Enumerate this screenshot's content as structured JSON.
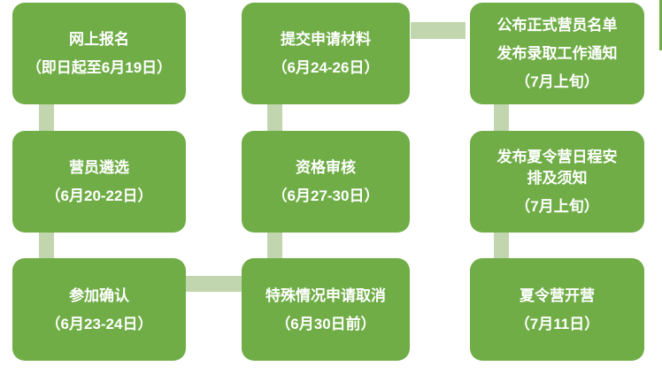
{
  "colors": {
    "box_fill": "#70AD47",
    "connector_fill": "#C1D5AF",
    "text": "#FFFFFF",
    "background": "#FFFFFF"
  },
  "flowchart": {
    "boxes": [
      {
        "id": "online-registration",
        "lines": [
          "网上报名",
          "（即日起至6月19日）"
        ]
      },
      {
        "id": "submit-application-materials",
        "lines": [
          "提交申请材料",
          "（6月24-26日）"
        ]
      },
      {
        "id": "announce-official-camper-list",
        "lines": [
          "公布正式营员名单",
          "发布录取工作通知",
          "（7月上旬）"
        ]
      },
      {
        "id": "camper-selection",
        "lines": [
          "营员遴选",
          "（6月20-22日）"
        ]
      },
      {
        "id": "qualification-review",
        "lines": [
          "资格审核",
          "（6月27-30日）"
        ]
      },
      {
        "id": "release-camp-schedule-notice",
        "lines": [
          "发布夏令营日程安",
          "排及须知",
          "（7月上旬）"
        ]
      },
      {
        "id": "participation-confirmation",
        "lines": [
          "参加确认",
          "（6月23-24日）"
        ]
      },
      {
        "id": "special-case-cancellation",
        "lines": [
          "特殊情况申请取消",
          "（6月30日前）"
        ]
      },
      {
        "id": "camp-opening",
        "lines": [
          "夏令营开营",
          "（7月11日）"
        ]
      }
    ]
  }
}
